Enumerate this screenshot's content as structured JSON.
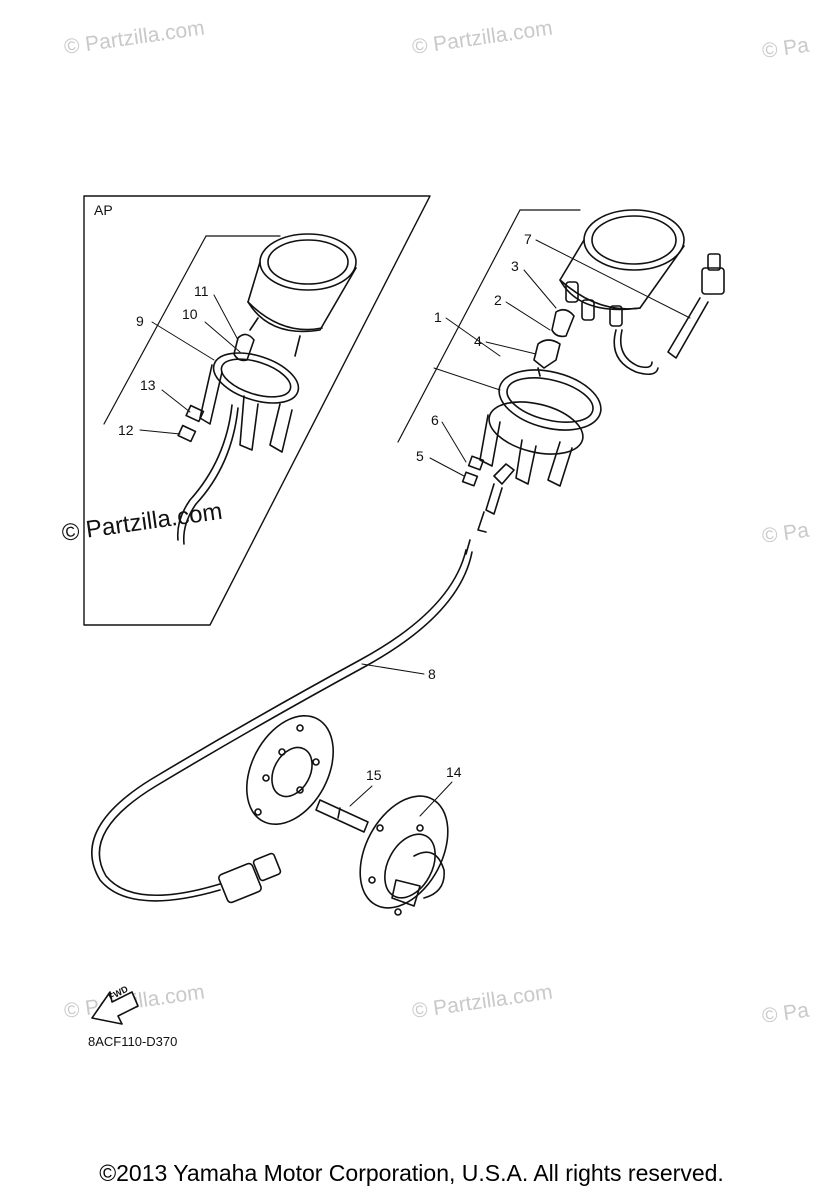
{
  "watermarks": [
    "© Partzilla.com",
    "© Partzilla.com",
    "© Pa",
    "© Partzilla.com",
    "© Pa",
    "© Partzilla.com",
    "© Partzilla.com",
    "© Pa"
  ],
  "inset_label": "AP",
  "callouts": [
    "1",
    "2",
    "3",
    "4",
    "5",
    "6",
    "7",
    "8",
    "9",
    "10",
    "11",
    "12",
    "13",
    "14",
    "15"
  ],
  "fwd_label": "FWD",
  "diagram_code": "8ACF110-D370",
  "footer": "©2013  Yamaha Motor Corporation, U.S.A. All rights reserved."
}
